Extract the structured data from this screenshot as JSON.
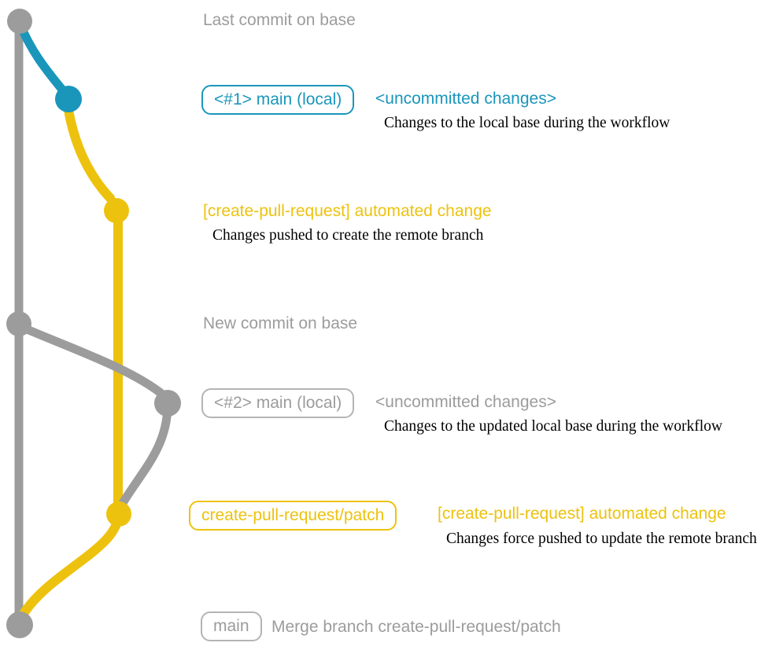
{
  "colors": {
    "teal": "#1a96bb",
    "yellow": "#edc20e",
    "gray": "#9c9c9c",
    "badge_border": "#b4b4b4",
    "ink": "#000000"
  },
  "labels": {
    "last_commit": "Last commit on base",
    "new_commit": "New commit on base"
  },
  "rows": {
    "row1": {
      "badge": "<#1> main (local)",
      "title": "<uncommitted changes>",
      "desc": "Changes to the local base during the workflow"
    },
    "row2": {
      "title": "[create-pull-request] automated change",
      "desc": "Changes pushed to create the remote branch"
    },
    "row3": {
      "badge": "<#2> main (local)",
      "title": "<uncommitted changes>",
      "desc": "Changes to the updated local base during the workflow"
    },
    "row4": {
      "badge": "create-pull-request/patch",
      "title": "[create-pull-request] automated change",
      "desc": "Changes force pushed to update the remote branch"
    },
    "row5": {
      "badge": "main",
      "title": "Merge branch create-pull-request/patch"
    }
  }
}
